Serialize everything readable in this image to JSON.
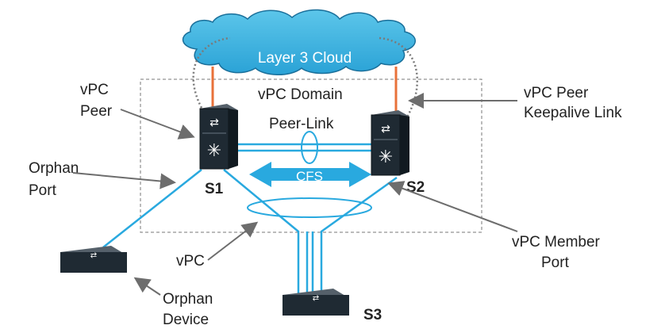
{
  "colors": {
    "cloud_fill": "#39b3de",
    "cloud_stroke": "#1a6f9a",
    "link": "#29a9df",
    "uplink": "#e8713a",
    "arrow": "#6d6d6d",
    "device": "#1f2a33",
    "device_top": "#55606a"
  },
  "icons": {
    "switch_core": "nexus-switch-icon",
    "switch_access": "access-switch-icon"
  },
  "labels": {
    "cloud": "Layer 3 Cloud",
    "domain": "vPC Domain",
    "peer_link": "Peer-Link",
    "cfs": "CFS",
    "s1": "S1",
    "s2": "S2",
    "s3": "S3",
    "vpc_peer_1": "vPC",
    "vpc_peer_2": "Peer",
    "orphan_port_1": "Orphan",
    "orphan_port_2": "Port",
    "vpc": "vPC",
    "orphan_device_1": "Orphan",
    "orphan_device_2": "Device",
    "keepalive_1": "vPC Peer",
    "keepalive_2": "Keepalive Link",
    "member_port_1": "vPC Member",
    "member_port_2": "Port"
  }
}
